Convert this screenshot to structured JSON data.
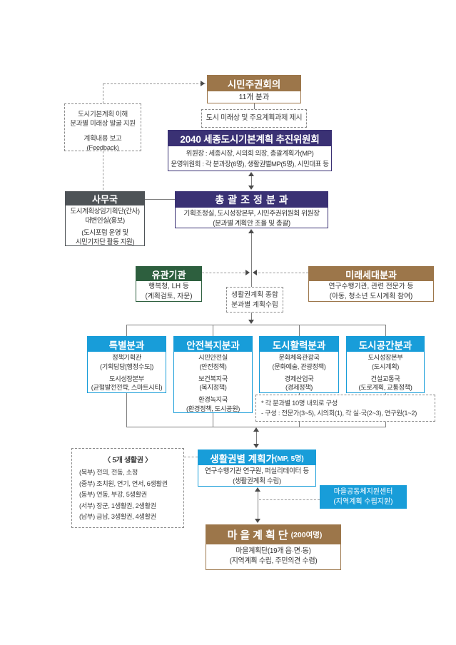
{
  "diagram": {
    "council": {
      "title": "시민주권회의",
      "subtitle": "11개 분과"
    },
    "feedback": {
      "line1": "도시기본계획 이해",
      "line2": "분과별 미래상 발굴 지원",
      "line3": "계획내용 보고",
      "line4": "(Feedback)"
    },
    "proposal_note": "도시 미래상 및 주요계획과제 제시",
    "committee": {
      "title": "2040 세종도시기본계획 추진위원회",
      "line1": "위원장 : 세종시장, 시의회 의장, 총괄계획가(MP)",
      "line2": "운영위원회 : 각 분과장(6명), 생활권별MP(5명), 시민대표 등"
    },
    "secretariat": {
      "title": "사무국",
      "line1": "도시계획상임기획단(간사)",
      "line2": "대변인실(홍보)",
      "line3": "(도시포럼 운영 및",
      "line4": "시민기자단 활동 지원)"
    },
    "coordination": {
      "title": "총괄조정분과",
      "line1": "기획조정실, 도시성장본부, 시민주권위원회 위원장",
      "line2": "(분과별 계획안 조율 및 총괄)"
    },
    "related_org": {
      "title": "유관기관",
      "line1": "행복청, LH 등",
      "line2": "(계획검토, 자문)"
    },
    "future_gen": {
      "title": "미래세대분과",
      "line1": "연구수행기관, 관련 전문가 등",
      "line2": "(아동, 청소년 도시계획 참여)"
    },
    "plan_note": {
      "line1": "생활권계획 종합",
      "line2": "분과별 계획수립"
    },
    "subcommittees": [
      {
        "title": "특별분과",
        "lines": [
          "정책기획관",
          "(기획담당[행정수도])",
          "도시성장본부",
          "(균형발전전략, 스마트시티)"
        ]
      },
      {
        "title": "안전복지분과",
        "lines": [
          "시민안전실",
          "(안전정책)",
          "보건복지국",
          "(복지정책)",
          "환경녹지국",
          "(환경정책, 도시공원)"
        ]
      },
      {
        "title": "도시활력분과",
        "lines": [
          "문화체육관광국",
          "(문화예술, 관광정책)",
          "경제산업국",
          "(경제정책)"
        ]
      },
      {
        "title": "도시공간분과",
        "lines": [
          "도시성장본부",
          "(도시계획)",
          "건설교통국",
          "(도로계획, 교통정책)"
        ]
      }
    ],
    "composition_note": {
      "line1": "* 각 분과별 10명 내외로 구성",
      "line2": "- 구성 : 전문가(3~5), 시의회(1), 각 실·국(2~3), 연구원(1~2)"
    },
    "living_zones": {
      "title": "〈 5개 생활권 〉",
      "items": [
        "(북부) 전의, 전동, 소정",
        "(중부) 조치원, 연기, 연서, 6생활권",
        "(동부) 연동, 부강, 5생활권",
        "(서부) 장군, 1생활권, 2생활권",
        "(남부) 금남, 3생활권, 4생활권"
      ]
    },
    "zone_planner": {
      "title": "생활권별 계획가",
      "suffix": "(MP, 5명)",
      "line1": "연구수행기관 연구원, 퍼실리테이터 등",
      "line2": "(생활권계획 수립)"
    },
    "community_center": {
      "line1": "마을공동체지원센터",
      "line2": "(지역계획 수립지원)"
    },
    "village_plan": {
      "title": "마을계획단",
      "suffix": "(200여명)",
      "line1": "마을계획단(19개 읍·면·동)",
      "line2": "(지역계획 수립, 주민의견 수렴)"
    },
    "colors": {
      "brown": "#9c764a",
      "navy": "#3a3174",
      "dark_gray": "#4e5357",
      "green": "#2d5f3e",
      "blue": "#189dd9"
    }
  }
}
